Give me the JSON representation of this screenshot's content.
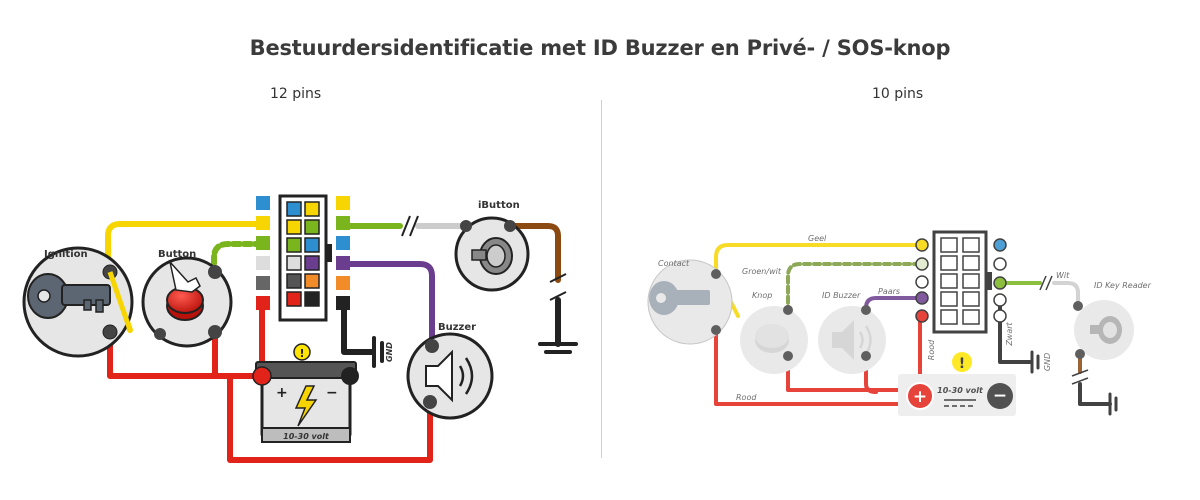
{
  "title": "Bestuurdersidentificatie met ID Buzzer en Privé- / SOS-knop",
  "left": {
    "subtitle": "12 pins",
    "labels": {
      "ignition": "Ignition",
      "button": "Button",
      "ibutton": "iButton",
      "buzzer": "Buzzer",
      "gnd": "GND",
      "battery_volt": "10-30 volt"
    }
  },
  "right": {
    "subtitle": "10 pins",
    "labels": {
      "contact": "Contact",
      "knop": "Knop",
      "id_buzzer": "ID Buzzer",
      "id_key_reader": "ID Key Reader",
      "geel": "Geel",
      "groen_wit": "Groen/wit",
      "paars": "Paars",
      "wit": "Wit",
      "rood_vertical": "Rood",
      "rood_bottom": "Rood",
      "zwart": "Zwart",
      "gnd": "GND",
      "battery_volt": "10-30 volt"
    }
  },
  "colors": {
    "red": "#e2231a",
    "yellow": "#f6d500",
    "green": "#7ab51d",
    "purple": "#6a3d8f",
    "brown": "#8b4a12",
    "black": "#222222",
    "blue": "#2e8fd0",
    "orange": "#f28c28",
    "grey": "#9a9a9a",
    "warning": "#ffe500"
  }
}
